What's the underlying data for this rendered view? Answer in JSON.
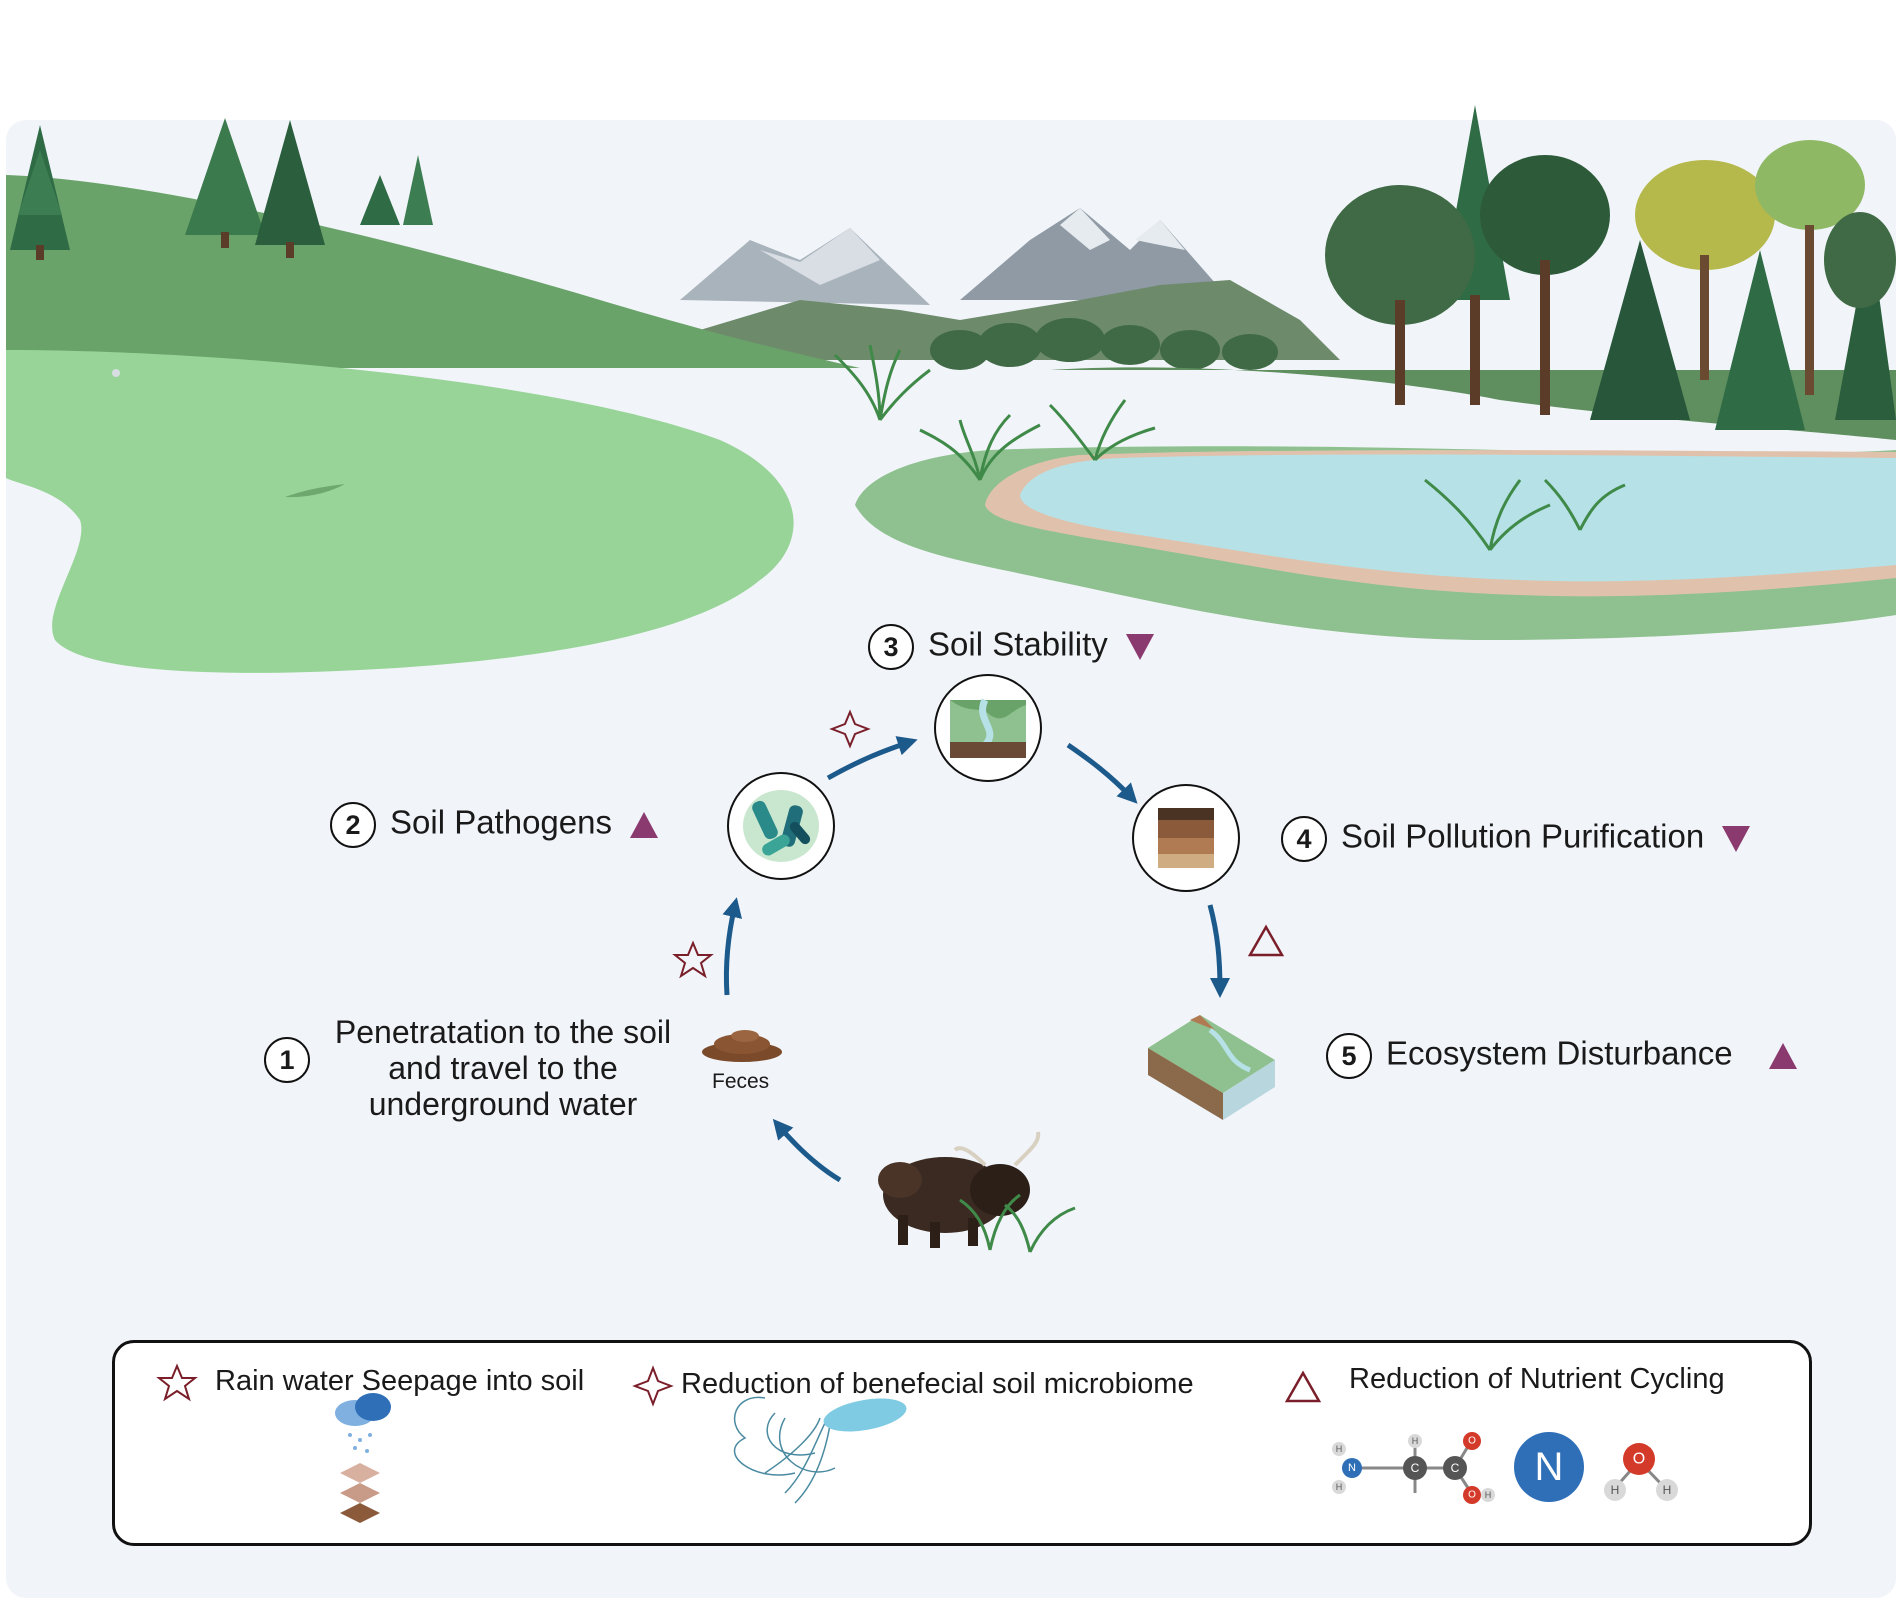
{
  "steps": [
    {
      "num": "1",
      "lines": [
        "Penetratation to the soil",
        "and travel to the",
        "underground water"
      ]
    },
    {
      "num": "2",
      "label": "Soil Pathogens",
      "trend": "up"
    },
    {
      "num": "3",
      "label": "Soil Stability",
      "trend": "down"
    },
    {
      "num": "4",
      "label": "Soil Pollution Purification",
      "trend": "down"
    },
    {
      "num": "5",
      "label": "Ecosystem Disturbance",
      "trend": "up"
    }
  ],
  "feces_label": "Feces",
  "legend": {
    "rain": "Rain water Seepage into soil",
    "microbiome": "Reduction of benefecial soil microbiome",
    "nutrient": "Reduction of Nutrient Cycling"
  },
  "molecule_labels": {
    "amino": [
      "H",
      "H",
      "N",
      "H",
      "C",
      "C",
      "O",
      "O",
      "H"
    ],
    "nitrogen": "N",
    "water": [
      "O",
      "H",
      "H"
    ]
  },
  "colors": {
    "arrow": "#1d5a8c",
    "trend": "#8a3a6e",
    "outline_symbol": "#7a1f2a",
    "pasture": "#98d498",
    "lake": "#b6e1e6",
    "background": "#f1f4f9"
  }
}
